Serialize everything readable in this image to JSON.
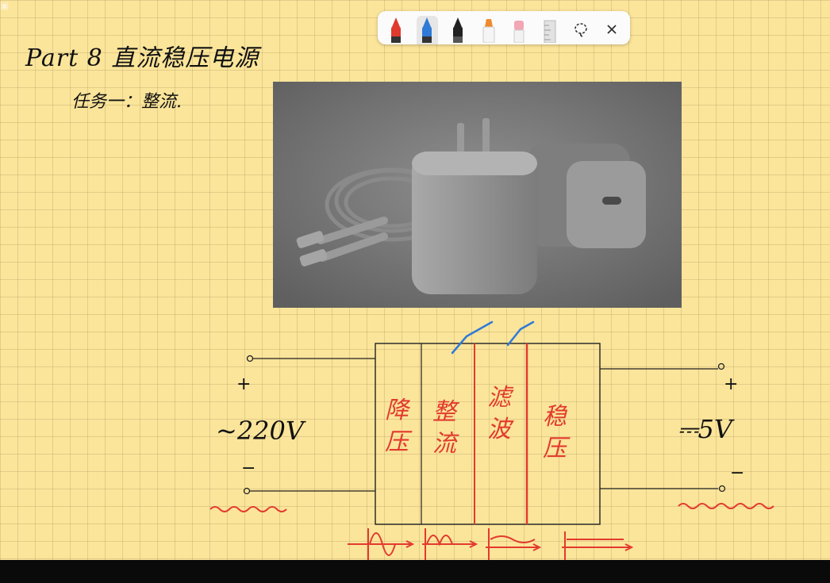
{
  "toolbar": {
    "tools": [
      {
        "name": "red-pen",
        "color": "#e0392e"
      },
      {
        "name": "blue-pen",
        "color": "#2f7ad6",
        "selected": true
      },
      {
        "name": "black-pen",
        "color": "#222222"
      },
      {
        "name": "orange-highlighter",
        "color": "#f08a2c"
      },
      {
        "name": "eraser",
        "color": "#f3a6b3"
      },
      {
        "name": "ruler",
        "color": "#cfcfcf"
      }
    ],
    "lasso_icon": "lasso-icon",
    "close_icon": "close-icon"
  },
  "notes": {
    "title": "Part 8  直流稳压电源",
    "subtitle": "任务一：整流."
  },
  "diagram": {
    "stages": [
      "降压",
      "整流",
      "滤波",
      "稳压"
    ],
    "input_label": "~220V",
    "output_label": "⎓5V",
    "plus": "+",
    "minus": "−"
  },
  "colors": {
    "paper": "#fbe59a",
    "ink": "#111111",
    "red_ink": "#e23a2f",
    "blue_ink": "#2f7ad6"
  }
}
